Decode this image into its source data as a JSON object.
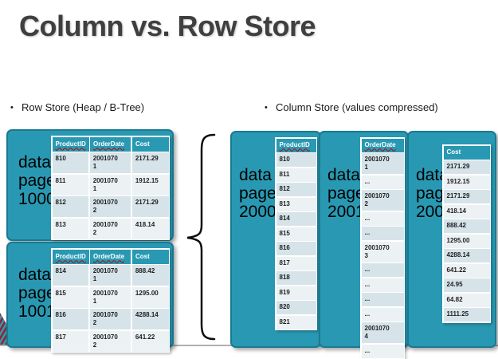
{
  "slide": {
    "title": "Column vs. Row Store",
    "bullet_char": "•",
    "bullets": {
      "left": "Row Store (Heap / B-Tree)",
      "right": "Column Store (values compressed)"
    }
  },
  "colors": {
    "box_teal": "#2999b3",
    "box_border": "#1a7a92",
    "band_dark": "#d6e4ea",
    "band_light": "#ecf1f4",
    "header_text": "#ffffff",
    "squiggle_red": "#c00000",
    "title_gray": "#3f3f3f"
  },
  "row_store": {
    "pages": [
      {
        "label": "data\npage\n1000",
        "headers": [
          "ProductID",
          "OrderDate",
          "Cost"
        ],
        "header_squiggle": [
          true,
          true,
          false
        ],
        "rows": [
          [
            "810",
            "2001070\n1",
            "2171.29"
          ],
          [
            "811",
            "2001070\n1",
            "1912.15"
          ],
          [
            "812",
            "2001070\n2",
            "2171.29"
          ],
          [
            "813",
            "2001070\n2",
            "418.14"
          ]
        ]
      },
      {
        "label": "data\npage\n1001",
        "headers": [
          "ProductID",
          "OrderDate",
          "Cost"
        ],
        "header_squiggle": [
          true,
          true,
          false
        ],
        "rows": [
          [
            "814",
            "2001070\n1",
            "888.42"
          ],
          [
            "815",
            "2001070\n1",
            "1295.00"
          ],
          [
            "816",
            "2001070\n2",
            "4288.14"
          ],
          [
            "817",
            "2001070\n2",
            "641.22"
          ]
        ]
      }
    ]
  },
  "column_store": {
    "pages": [
      {
        "label": "data\npage\n2000",
        "header": "ProductID",
        "header_squiggle": true,
        "values": [
          "810",
          "811",
          "812",
          "813",
          "814",
          "815",
          "816",
          "817",
          "818",
          "819",
          "820",
          "821"
        ]
      },
      {
        "label": "data\npage\n2001",
        "header": "OrderDate",
        "header_squiggle": true,
        "values": [
          "2001070\n1",
          "...",
          "2001070\n2",
          "...",
          "...",
          "2001070\n3",
          "...",
          "...",
          "...",
          "...",
          "2001070\n4",
          "..."
        ]
      },
      {
        "label": "data\npage\n2002",
        "header": "Cost",
        "header_squiggle": false,
        "values": [
          "2171.29",
          "1912.15",
          "2171.29",
          "418.14",
          "888.42",
          "1295.00",
          "4288.14",
          "641.22",
          "24.95",
          "64.82",
          "1111.25"
        ]
      }
    ]
  }
}
